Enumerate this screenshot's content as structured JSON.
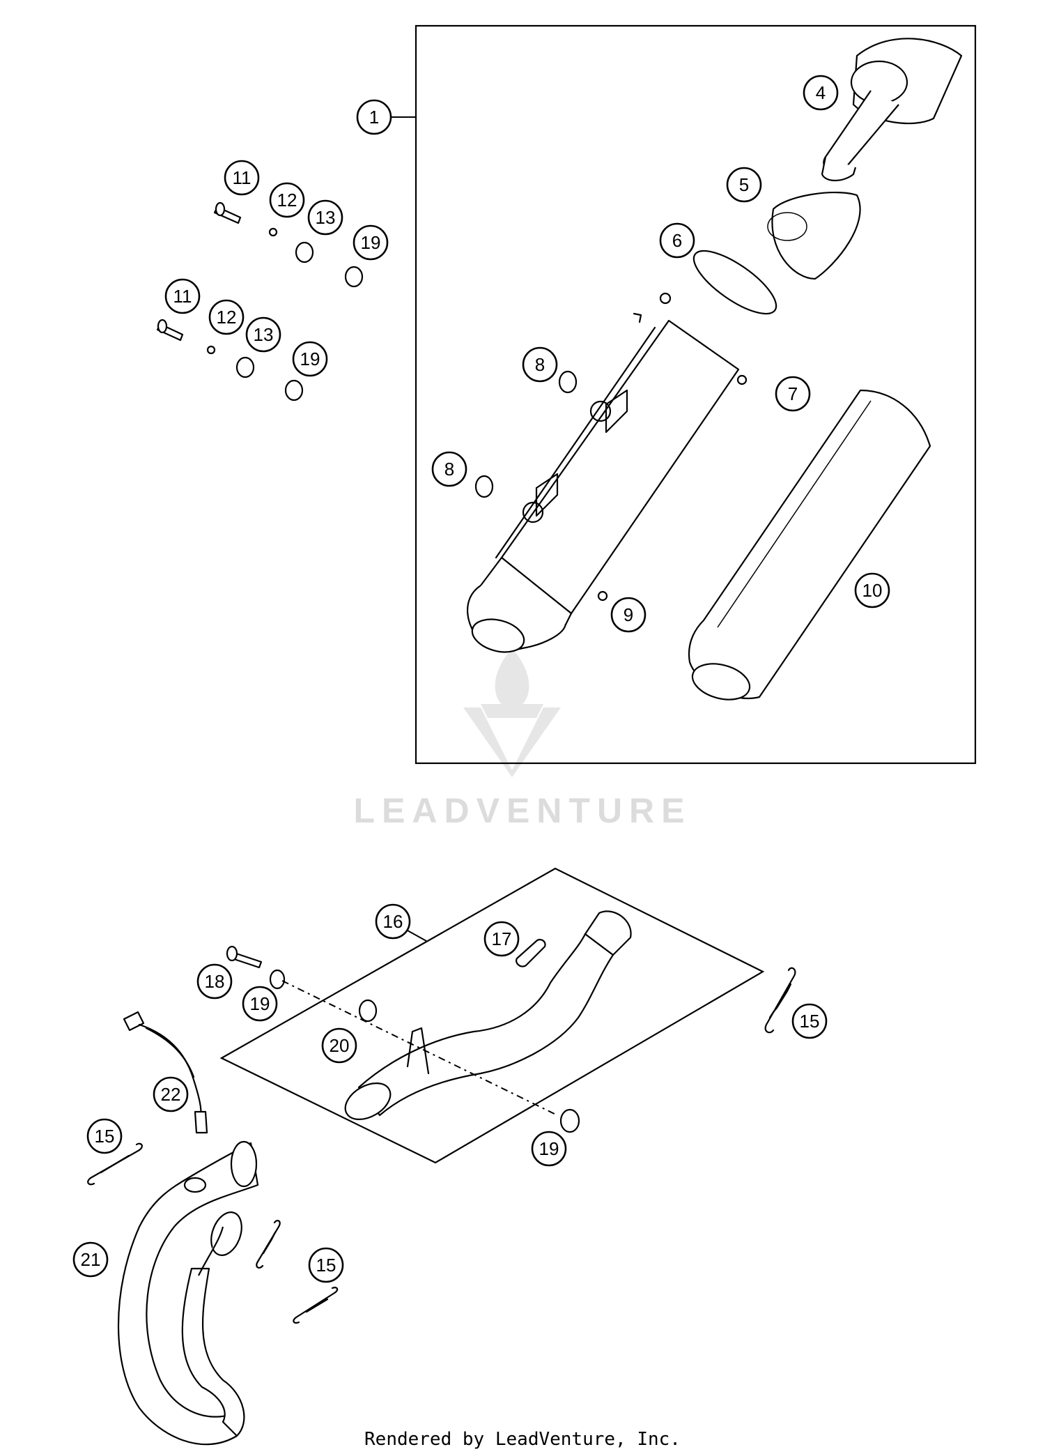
{
  "diagram": {
    "callouts": [
      "1",
      "4",
      "5",
      "6",
      "7",
      "8",
      "8",
      "9",
      "10",
      "11",
      "12",
      "13",
      "19",
      "11",
      "12",
      "13",
      "19",
      "16",
      "17",
      "18",
      "19",
      "20",
      "15",
      "19",
      "22",
      "15",
      "21",
      "15"
    ],
    "watermark": "LEADVENTURE",
    "footer": "Rendered by LeadVenture, Inc."
  }
}
